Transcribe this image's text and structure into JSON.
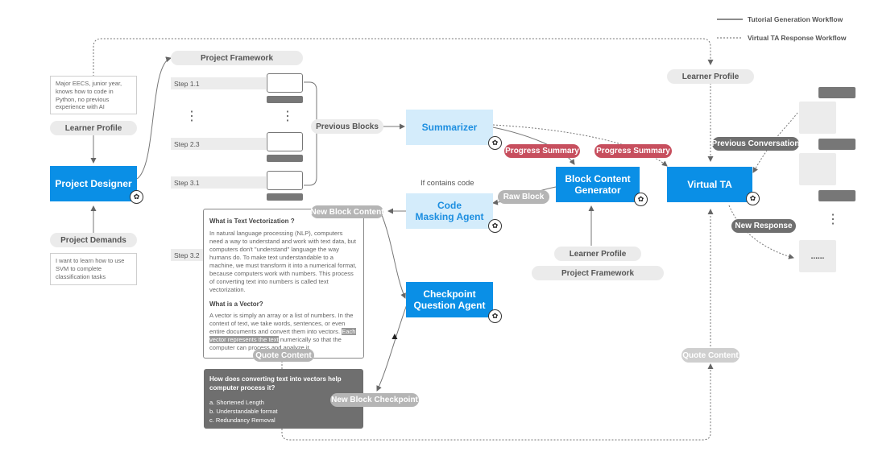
{
  "legend": {
    "solid_label": "Tutorial Generation Workflow",
    "dashed_label": "Virtual TA Response Workflow"
  },
  "learner_profile_note": "Major EECS, junior year, knows how to code in Python, no previous experience with AI",
  "learner_profile_label": "Learner Profile",
  "project_designer": "Project Designer",
  "project_demands_label": "Project Demands",
  "project_demands_note": "I want to learn how to use SVM to complete classification tasks",
  "project_framework_label": "Project Framework",
  "steps": {
    "s1": "Step 1.1",
    "s2": "Step 2.3",
    "s3": "Step 3.1",
    "s4": "Step 3.2"
  },
  "previous_blocks": "Previous Blocks",
  "summarizer": "Summarizer",
  "progress_summary": "Progress Summary",
  "progress_summary_2": "Progress Summary",
  "if_contains_code": "If contains code",
  "raw_block": "Raw Block",
  "code_masking_agent": "Code\nMasking Agent",
  "block_content_generator": "Block Content\nGenerator",
  "new_block_content": "New Block Content",
  "bcg_learner_profile": "Learner Profile",
  "bcg_project_framework": "Project Framework",
  "checkpoint_agent": "Checkpoint\nQuestion Agent",
  "quote_content": "Quote Content",
  "quote_content_2": "Quote Content",
  "new_block_checkpoint": "New Block Checkpoint",
  "virtual_ta": "Virtual TA",
  "vta_learner_profile": "Learner Profile",
  "previous_conversation": "Previous Conversation",
  "new_response": "New Response",
  "vertical_ellipsis": "⋮",
  "ellipsis": "......",
  "doc": {
    "h1": "What is Text Vectorization ?",
    "p1": "In natural language processing (NLP), computers need a way to understand and work with text data, but computers don't \"understand\" language the way humans do. To make text understandable to a machine, we must transform it into a numerical format, because computers work with numbers. This process of converting text into numbers is called text vectorization.",
    "h2": "What is a Vector?",
    "p2a": "A vector is simply an array or a list of numbers. In the context of text, we take words, sentences, or even entire documents and convert them into vectors.",
    "p2_highlight": "Each vector represents the text",
    "p2b": "numerically so that the computer can process and analyze it."
  },
  "question": {
    "q": "How does converting text into vectors help computer process it?",
    "a": "a. Shortened Length",
    "b": "b. Understandable format",
    "c": "c. Redundancy Removal"
  },
  "colors": {
    "agent_blue": "#0a8fe6",
    "agent_light": "#d4ecfb",
    "accent_red": "#c74f5e"
  }
}
